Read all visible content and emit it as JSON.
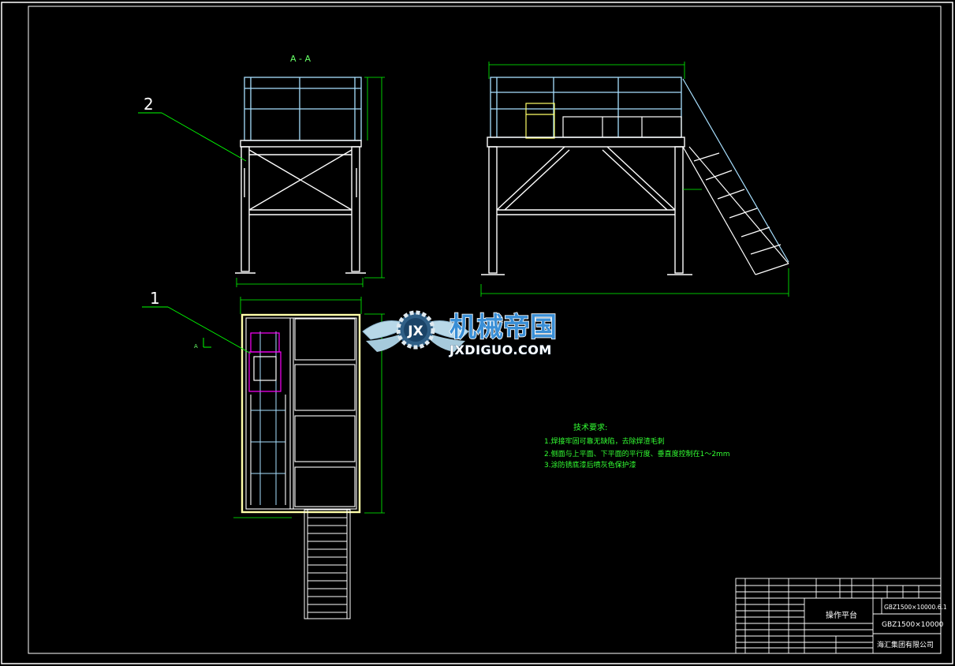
{
  "labels": {
    "section": "A - A",
    "callout_2": "2",
    "callout_1": "1",
    "view_mark": "A"
  },
  "watermark": {
    "name": "机械帝国",
    "domain": "JXDIGUO.COM",
    "emblem": "JX"
  },
  "notes": {
    "title": "技术要求:",
    "items": [
      "1.焊接牢固可靠无缺陷，去除焊渣毛刺",
      "2.侧面与上平面、下平面的平行度、垂直度控制在1～2mm",
      "3.涂防锈底漆后喷灰色保护漆"
    ]
  },
  "title_block": {
    "drawing_name": "操作平台",
    "part_number": "GBZ1500×10000.6.1",
    "assembly": "GBZ1500×10000",
    "company": "海汇集团有限公司"
  },
  "colors": {
    "background": "#000000",
    "frame": "#ffffff",
    "structure": "#ffffff",
    "railing": "#a8e0ff",
    "dimension": "#00ff00",
    "notes": "#33ff33",
    "accent": "#ff00ff",
    "floor": "#ffffaa"
  }
}
